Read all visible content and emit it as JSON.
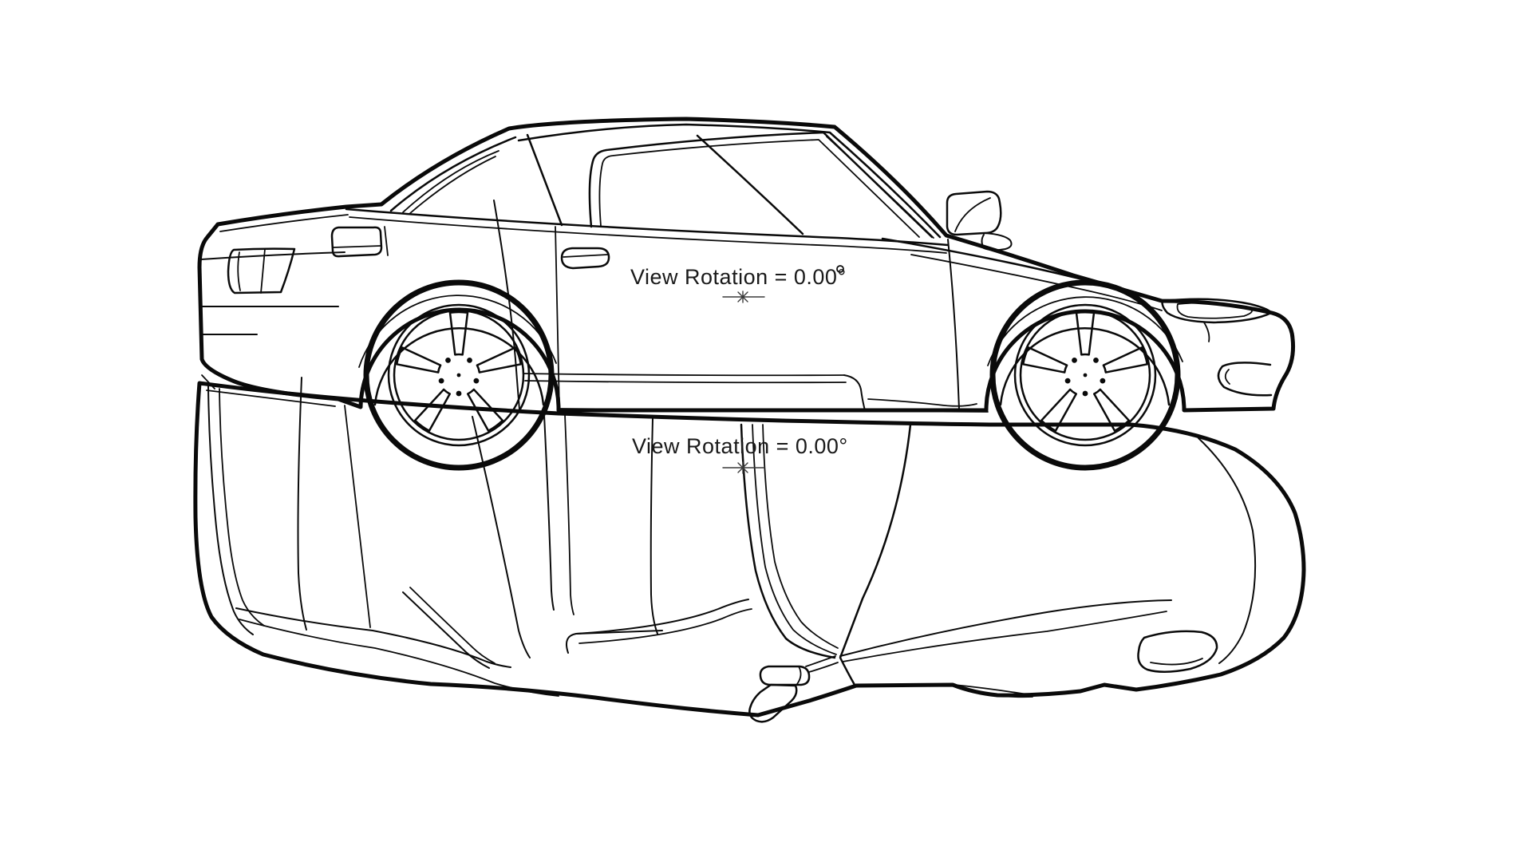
{
  "canvas": {
    "background_color": "#ffffff",
    "line_color": "#000000"
  },
  "side_view": {
    "rotation_label": "View Rotation = 0.00°",
    "rotation_value": "0.00",
    "rotation_unit": "°"
  },
  "top_view": {
    "rotation_label": "View Rotation = 0.00°",
    "rotation_value": "0.00",
    "rotation_unit": "°"
  }
}
